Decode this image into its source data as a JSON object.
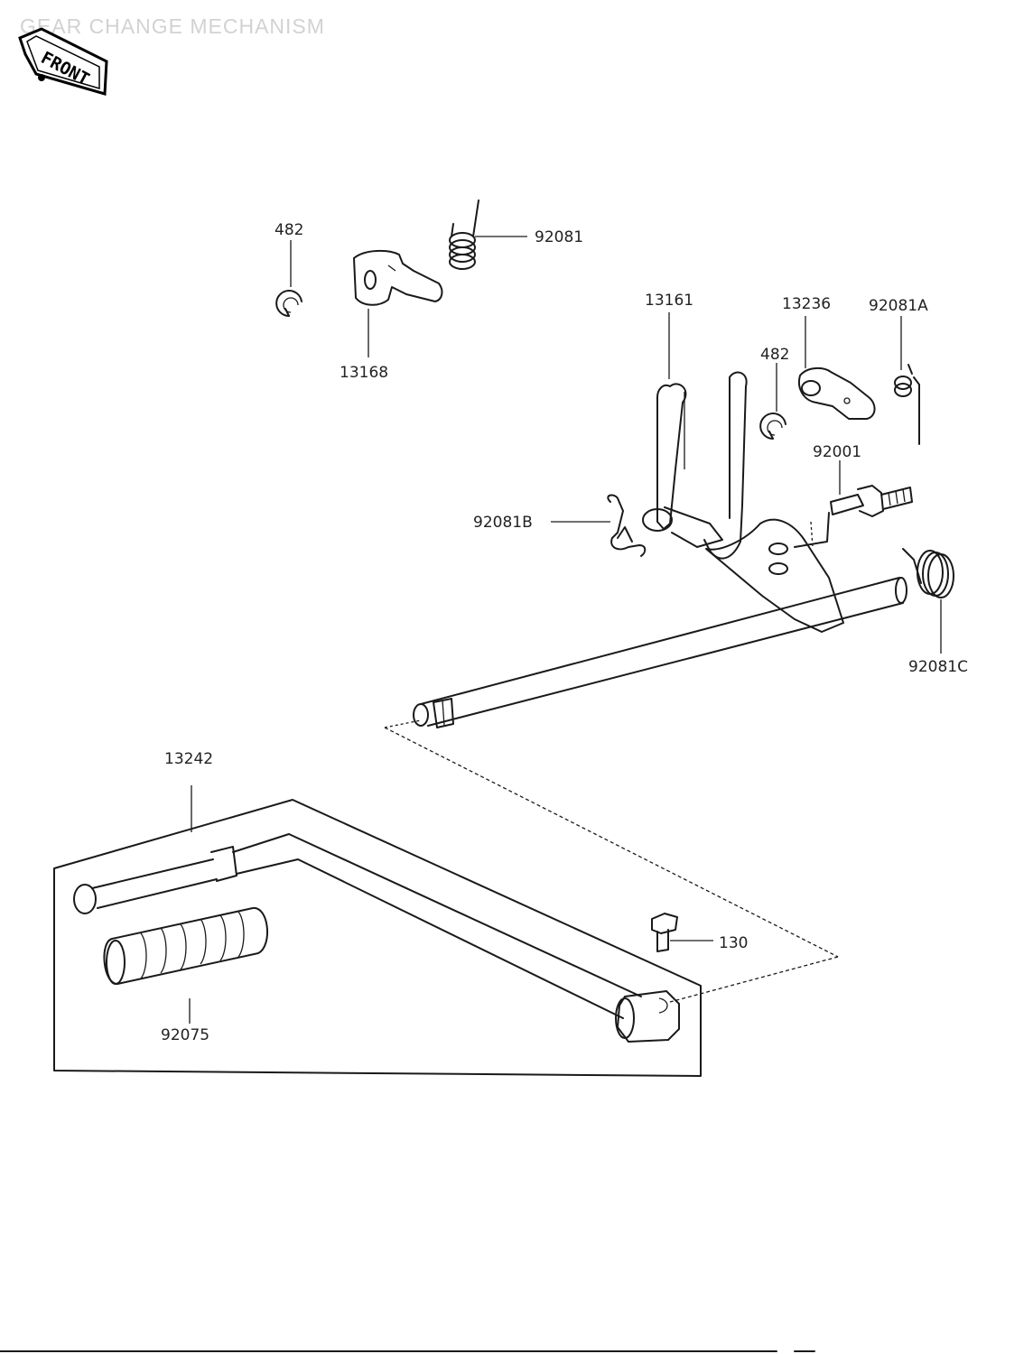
{
  "title": "GEAR CHANGE MECHANISM",
  "front_badge": "FRONT",
  "callouts": {
    "c482a": "482",
    "c92081": "92081",
    "c13168": "13168",
    "c13161": "13161",
    "c13236": "13236",
    "c92081A": "92081A",
    "c482b": "482",
    "c92001": "92001",
    "c92081B": "92081B",
    "c92081C": "92081C",
    "c13242": "13242",
    "c130": "130",
    "c92075": "92075"
  }
}
